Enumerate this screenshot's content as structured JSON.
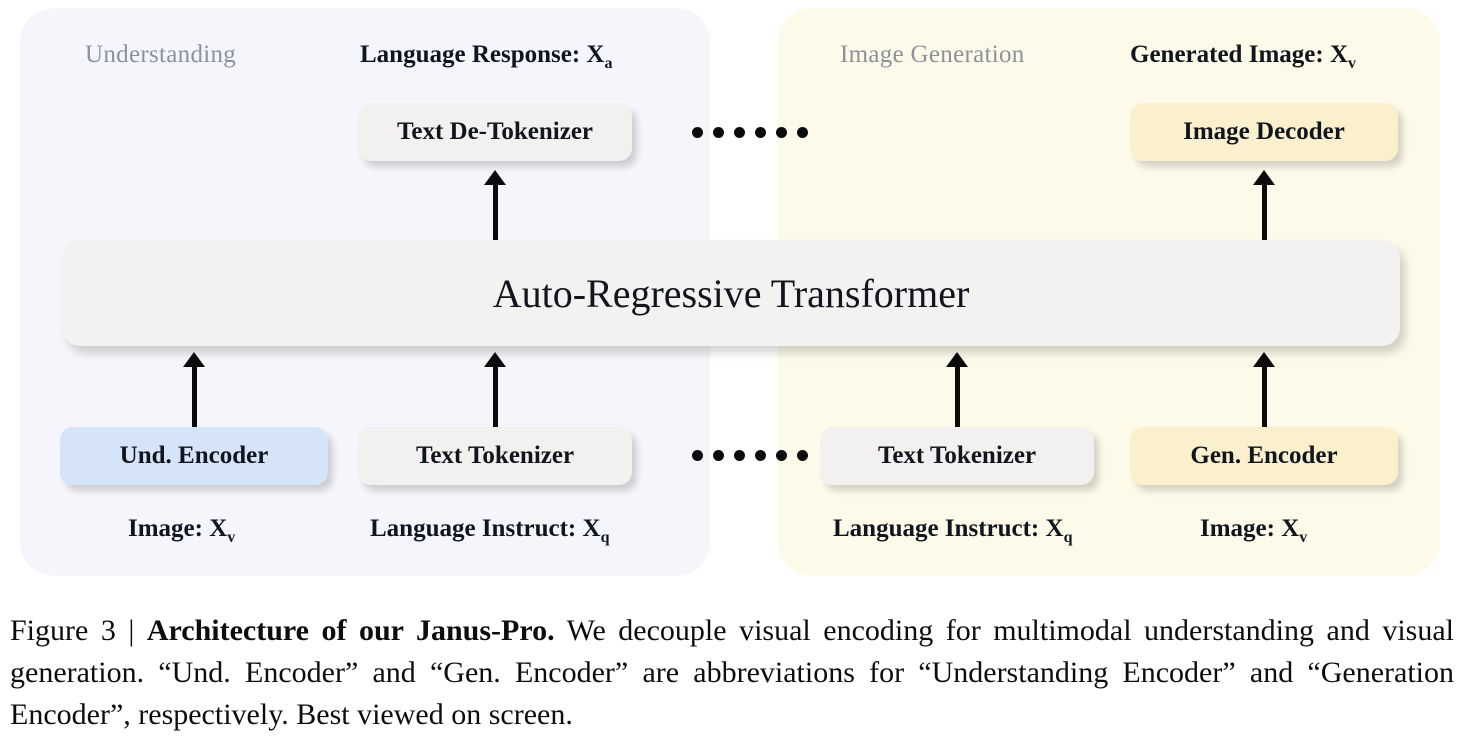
{
  "figure": {
    "panels": [
      {
        "id": "understanding",
        "title": "Understanding",
        "color": "#f4f6fb"
      },
      {
        "id": "generation",
        "title": "Image Generation",
        "color": "#fdfaea"
      }
    ],
    "io_labels": {
      "language_response": "Language Response: X",
      "language_response_sub": "a",
      "generated_image": "Generated Image: X",
      "generated_image_sub": "v",
      "image_left": "Image: X",
      "image_left_sub": "v",
      "language_instruct_left": "Language Instruct: X",
      "language_instruct_left_sub": "q",
      "language_instruct_right": "Language Instruct: X",
      "language_instruct_right_sub": "q",
      "image_right": "Image: X",
      "image_right_sub": "v"
    },
    "blocks": {
      "text_detokenizer": "Text De-Tokenizer",
      "image_decoder": "Image Decoder",
      "transformer": "Auto-Regressive Transformer",
      "und_encoder": "Und. Encoder",
      "text_tokenizer_left": "Text Tokenizer",
      "text_tokenizer_right": "Text Tokenizer",
      "gen_encoder": "Gen. Encoder"
    },
    "colors": {
      "block_grey": "#f2f1ef",
      "block_blue": "#d5e4f8",
      "block_yellow": "#fbf0cd",
      "panel_understanding": "#f4f6fb",
      "panel_generation": "#fdfaea",
      "arrow": "#0b0b0b",
      "panel_title_text": "#8d9299"
    },
    "separator_dot_count": 6
  },
  "caption": {
    "prefix": "Figure 3 | ",
    "bold_title": "Architecture of our Janus-Pro.",
    "body": " We decouple visual encoding for multimodal understanding and visual generation. “Und. Encoder” and “Gen. Encoder” are abbreviations for “Understanding Encoder” and “Generation Encoder”, respectively. Best viewed on screen."
  }
}
